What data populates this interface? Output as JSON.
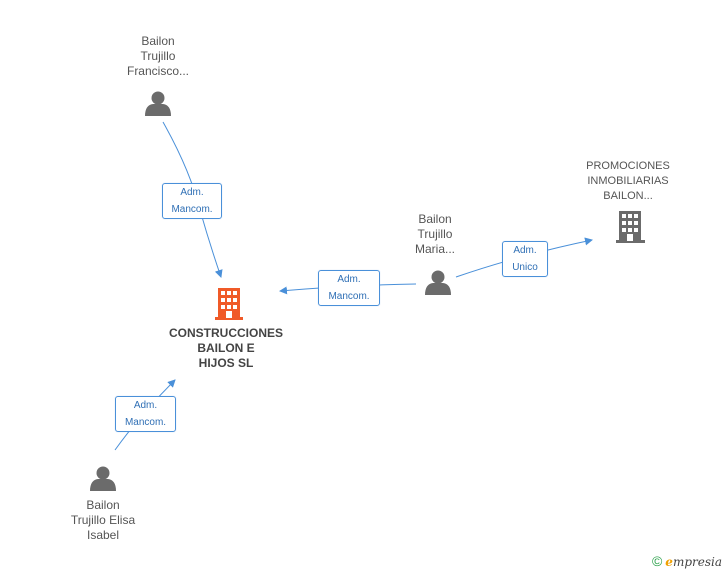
{
  "nodes": {
    "person_francisco": {
      "label": "Bailon\nTrujillo\nFrancisco..."
    },
    "person_maria": {
      "label": "Bailon\nTrujillo\nMaria..."
    },
    "person_elisa": {
      "label": "Bailon\nTrujillo Elisa\nIsabel"
    },
    "main_company": {
      "label": "CONSTRUCCIONES\nBAILON E\nHIJOS SL"
    },
    "company_promociones": {
      "label": "PROMOCIONES\nINMOBILIARIAS\nBAILON..."
    }
  },
  "edges": {
    "francisco_to_main": {
      "label": "Adm.\nMancom."
    },
    "maria_to_main": {
      "label": "Adm.\nMancom."
    },
    "maria_to_promociones": {
      "label": "Adm.\nUnico"
    },
    "elisa_to_main": {
      "label": "Adm.\nMancom."
    }
  },
  "colors": {
    "edge": "#4a90d9",
    "person_icon": "#6b6b6b",
    "main_company_icon": "#f05a28",
    "company_icon": "#6b6b6b"
  },
  "footer": {
    "symbol": "©",
    "brand_initial": "e",
    "brand_rest": "mpresia"
  }
}
